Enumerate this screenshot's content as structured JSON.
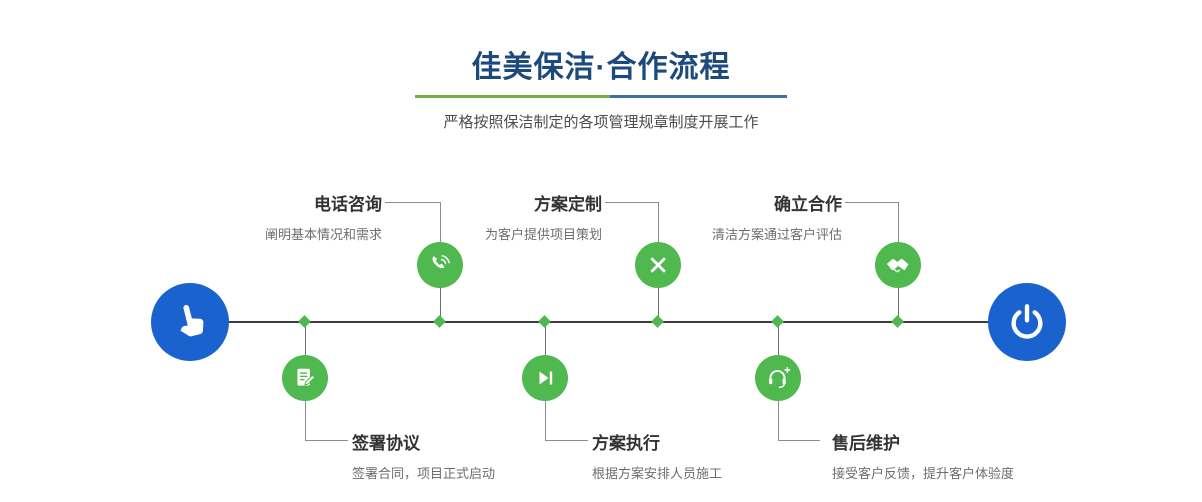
{
  "header": {
    "title": "佳美保洁·合作流程",
    "subtitle": "严格按照保洁制定的各项管理规章制度开展工作"
  },
  "colors": {
    "title_blue": "#1c4a7c",
    "accent_green": "#4fb84e",
    "accent_blue": "#1a63ce",
    "divider_green": "#76b043",
    "divider_blue": "#3f6fa3",
    "timeline": "#3c3c3c"
  },
  "endpoints": {
    "start_icon": "pointer-hand-icon",
    "end_icon": "power-icon"
  },
  "steps": {
    "top": [
      {
        "title": "电话咨询",
        "desc": "阐明基本情况和需求",
        "icon": "phone-icon"
      },
      {
        "title": "方案定制",
        "desc": "为客户提供项目策划",
        "icon": "design-icon"
      },
      {
        "title": "确立合作",
        "desc": "清洁方案通过客户评估",
        "icon": "handshake-icon"
      }
    ],
    "bottom": [
      {
        "title": "签署协议",
        "desc": "签署合同，项目正式启动",
        "icon": "contract-icon"
      },
      {
        "title": "方案执行",
        "desc": "根据方案安排人员施工",
        "icon": "play-icon"
      },
      {
        "title": "售后维护",
        "desc": "接受客户反馈，提升客户体验度",
        "icon": "headset-icon"
      }
    ]
  }
}
